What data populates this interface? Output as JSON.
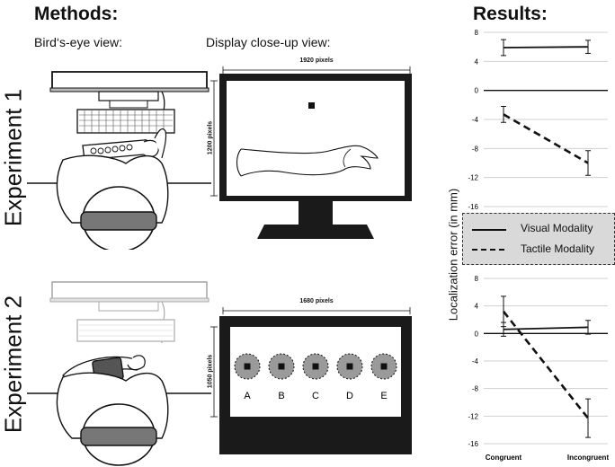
{
  "headings": {
    "methods": "Methods:",
    "results": "Results:",
    "birds_eye": "Bird‘s-eye view:",
    "display_closeup": "Display close-up view:"
  },
  "experiments": [
    {
      "label": "Experiment 1",
      "display": {
        "width_label": "1920 pixels",
        "height_label": "1200 pixels"
      }
    },
    {
      "label": "Experiment 2",
      "display": {
        "width_label": "1680 pixels",
        "height_label": "1050 pixels",
        "targets": [
          "A",
          "B",
          "C",
          "D",
          "E"
        ]
      }
    }
  ],
  "chart_data": [
    {
      "type": "line",
      "categories": [
        "Congruent",
        "Incongruent"
      ],
      "ylim": [
        -16,
        8
      ],
      "yticks": [
        8,
        4,
        0,
        -4,
        -8,
        -12,
        -16
      ],
      "series": [
        {
          "name": "Visual Modality",
          "style": "solid",
          "values": [
            5.9,
            6.0
          ],
          "err": [
            1.1,
            0.9
          ]
        },
        {
          "name": "Tactile Modality",
          "style": "dashed",
          "values": [
            -3.3,
            -10.0
          ],
          "err": [
            1.1,
            1.7
          ]
        }
      ]
    },
    {
      "type": "line",
      "categories": [
        "Congruent",
        "Incongruent"
      ],
      "ylim": [
        -16,
        8
      ],
      "yticks": [
        8,
        4,
        0,
        -4,
        -8,
        -12,
        -16
      ],
      "series": [
        {
          "name": "Visual Modality",
          "style": "solid",
          "values": [
            0.6,
            0.9
          ],
          "err": [
            1.0,
            1.0
          ]
        },
        {
          "name": "Tactile Modality",
          "style": "dashed",
          "values": [
            3.2,
            -12.3
          ],
          "err": [
            2.2,
            2.8
          ]
        }
      ]
    }
  ],
  "ylabel": "Localization error (in mm)",
  "legend": {
    "visual": "Visual Modality",
    "tactile": "Tactile Modality"
  },
  "colors": {
    "legend_bg": "#d9d9d9",
    "grid": "#d0d0d0",
    "ink": "#111111",
    "target_fill": "#9a9a9a",
    "screen_frame": "#1a1a1a"
  }
}
